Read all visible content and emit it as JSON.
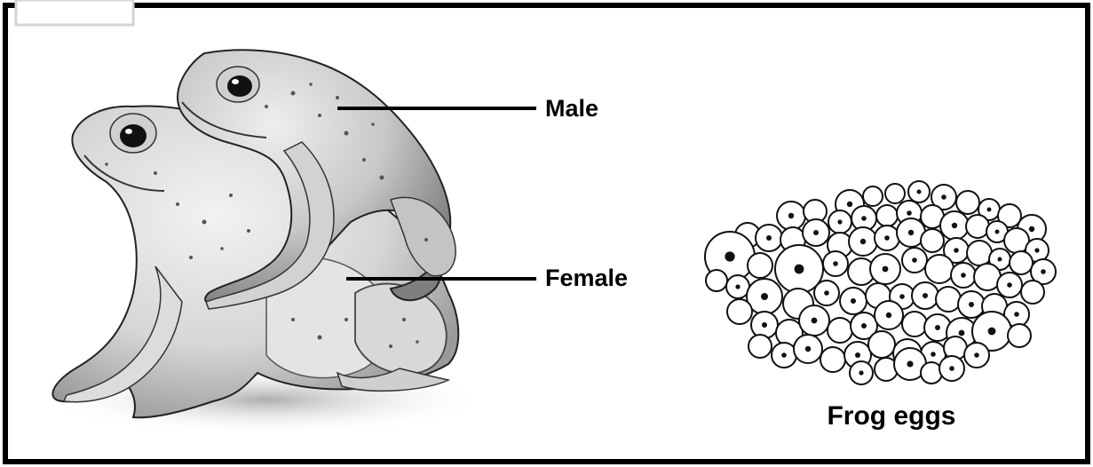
{
  "labels": {
    "male": "Male",
    "female": "Female",
    "eggs": "Frog eggs"
  },
  "colors": {
    "border": "#000000",
    "ink": "#111111",
    "skin_light": "#e9e9e9",
    "skin_mid": "#c9c9c9",
    "skin_dark": "#8e8e8e"
  },
  "eggs": [
    [
      957,
      230,
      16,
      1
    ],
    [
      983,
      221,
      11,
      0
    ],
    [
      1008,
      218,
      11,
      0
    ],
    [
      1035,
      216,
      12,
      1
    ],
    [
      1063,
      222,
      14,
      1
    ],
    [
      1090,
      228,
      13,
      0
    ],
    [
      1114,
      236,
      12,
      1
    ],
    [
      1137,
      243,
      13,
      0
    ],
    [
      1162,
      258,
      16,
      1
    ],
    [
      891,
      243,
      16,
      1
    ],
    [
      918,
      238,
      13,
      0
    ],
    [
      946,
      250,
      13,
      1
    ],
    [
      973,
      246,
      14,
      1
    ],
    [
      999,
      243,
      12,
      0
    ],
    [
      1024,
      240,
      14,
      1
    ],
    [
      1050,
      244,
      13,
      0
    ],
    [
      1075,
      254,
      16,
      1
    ],
    [
      1101,
      255,
      13,
      0
    ],
    [
      1123,
      261,
      12,
      1
    ],
    [
      1145,
      271,
      14,
      0
    ],
    [
      1168,
      282,
      13,
      1
    ],
    [
      842,
      265,
      14,
      0
    ],
    [
      866,
      268,
      15,
      1
    ],
    [
      893,
      270,
      14,
      0
    ],
    [
      919,
      262,
      15,
      1
    ],
    [
      946,
      276,
      14,
      0
    ],
    [
      972,
      272,
      16,
      1
    ],
    [
      999,
      268,
      14,
      1
    ],
    [
      1026,
      262,
      16,
      1
    ],
    [
      1050,
      271,
      13,
      0
    ],
    [
      1077,
      282,
      14,
      1
    ],
    [
      1103,
      285,
      14,
      0
    ],
    [
      1126,
      292,
      12,
      1
    ],
    [
      1150,
      296,
      13,
      0
    ],
    [
      1175,
      306,
      14,
      1
    ],
    [
      822,
      289,
      28,
      1
    ],
    [
      856,
      299,
      14,
      0
    ],
    [
      900,
      303,
      27,
      1
    ],
    [
      941,
      297,
      14,
      1
    ],
    [
      970,
      306,
      15,
      0
    ],
    [
      997,
      303,
      17,
      1
    ],
    [
      1030,
      293,
      14,
      1
    ],
    [
      1058,
      303,
      16,
      0
    ],
    [
      1085,
      310,
      14,
      1
    ],
    [
      1112,
      312,
      15,
      0
    ],
    [
      1137,
      321,
      14,
      1
    ],
    [
      1163,
      329,
      13,
      0
    ],
    [
      807,
      316,
      12,
      0
    ],
    [
      831,
      323,
      13,
      1
    ],
    [
      861,
      334,
      20,
      1
    ],
    [
      899,
      342,
      17,
      0
    ],
    [
      931,
      330,
      14,
      1
    ],
    [
      961,
      339,
      15,
      1
    ],
    [
      989,
      333,
      14,
      0
    ],
    [
      1016,
      334,
      14,
      1
    ],
    [
      1042,
      333,
      15,
      1
    ],
    [
      1068,
      337,
      14,
      0
    ],
    [
      1094,
      343,
      15,
      1
    ],
    [
      1120,
      345,
      14,
      0
    ],
    [
      1145,
      354,
      14,
      1
    ],
    [
      833,
      351,
      14,
      0
    ],
    [
      861,
      366,
      15,
      1
    ],
    [
      889,
      375,
      15,
      0
    ],
    [
      917,
      361,
      17,
      1
    ],
    [
      946,
      372,
      14,
      0
    ],
    [
      973,
      367,
      15,
      1
    ],
    [
      1001,
      355,
      16,
      1
    ],
    [
      1030,
      365,
      14,
      0
    ],
    [
      1056,
      369,
      15,
      1
    ],
    [
      1083,
      375,
      17,
      1
    ],
    [
      1117,
      373,
      22,
      1
    ],
    [
      1148,
      378,
      13,
      0
    ],
    [
      856,
      390,
      13,
      0
    ],
    [
      883,
      400,
      14,
      1
    ],
    [
      910,
      393,
      16,
      1
    ],
    [
      938,
      405,
      14,
      0
    ],
    [
      966,
      400,
      15,
      1
    ],
    [
      993,
      388,
      15,
      0
    ],
    [
      1022,
      398,
      16,
      1
    ],
    [
      1051,
      399,
      14,
      1
    ],
    [
      1076,
      392,
      13,
      0
    ],
    [
      1100,
      400,
      14,
      1
    ],
    [
      970,
      420,
      13,
      1
    ],
    [
      998,
      416,
      13,
      0
    ],
    [
      1025,
      410,
      18,
      1
    ],
    [
      1049,
      420,
      12,
      0
    ],
    [
      1072,
      415,
      14,
      1
    ]
  ]
}
